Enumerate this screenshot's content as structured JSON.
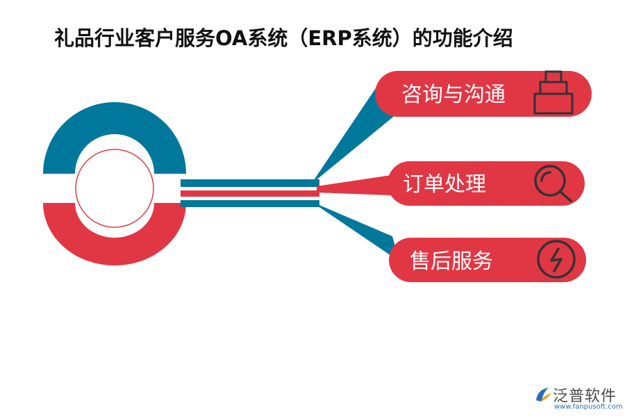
{
  "title": "礼品行业客户服务OA系统（ERP系统）的功能介绍",
  "colors": {
    "blue": "#00789b",
    "red": "#e13745",
    "icon": "#333333"
  },
  "items": [
    {
      "label": "咨询与沟通",
      "icon": "printer-icon"
    },
    {
      "label": "订单处理",
      "icon": "search-icon"
    },
    {
      "label": "售后服务",
      "icon": "lightning-icon"
    }
  ],
  "logo": {
    "name": "泛普软件",
    "url": "www.fanpusoft.com"
  }
}
